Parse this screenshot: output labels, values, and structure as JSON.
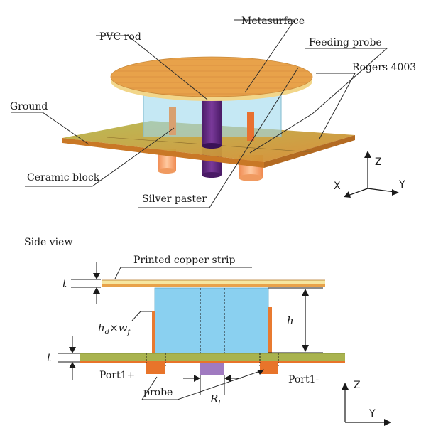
{
  "labels": {
    "metasurface": "Metasurface",
    "pvc_rod": "PVC rod",
    "feeding_probe": "Feeding probe",
    "rogers": "Rogers 4003",
    "ground": "Ground",
    "ceramic_block": "Ceramic block",
    "silver_paster": "Silver paster"
  },
  "axes_3d": {
    "z": "Z",
    "x": "X",
    "y": "Y"
  },
  "side_view": {
    "title": "Side view",
    "printed_copper_strip": "Printed copper strip",
    "t_top": "t",
    "t_bottom": "t",
    "hd": "h",
    "hd_sub": "d",
    "times": "×",
    "wf": "w",
    "wf_sub": "f",
    "h": "h",
    "port_plus": "Port1+",
    "port_minus": "Port1-",
    "probe": "probe",
    "rl": "R",
    "rl_sub": "l"
  },
  "axes_side": {
    "z": "Z",
    "y": "Y"
  },
  "colors": {
    "metasurface": "#e8a24a",
    "rogers_layer": "#f6e6a0",
    "ceramic": "#9fd8ec",
    "pvc": "#6a2a82",
    "ground_plate": "#a9b34f",
    "copper": "#e8742a",
    "side_ceramic": "#8ad0f0",
    "side_rod": "#a07ac0"
  }
}
